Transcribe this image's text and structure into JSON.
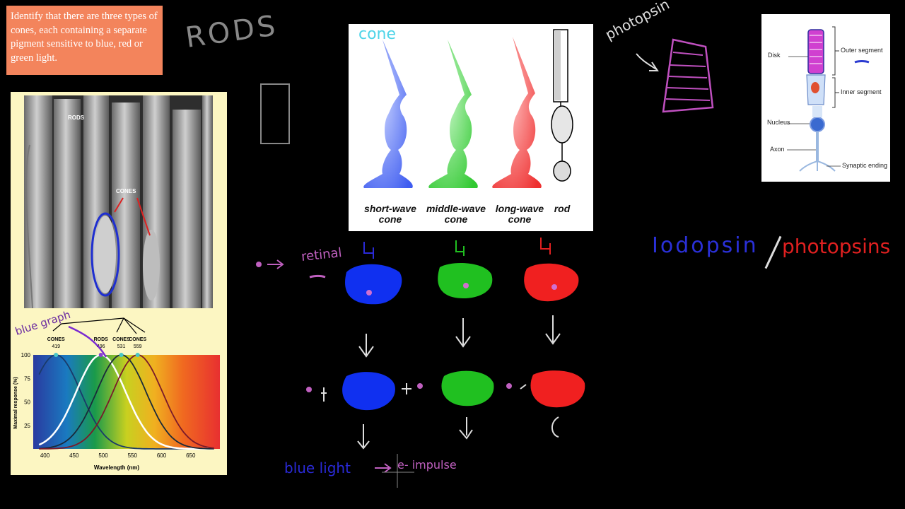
{
  "note_text": "Identify that there are three types of cones, each containing a separate pigment sensitive to blue, red or green light.",
  "handwriting": {
    "rods": "RODS",
    "cone": "cone",
    "photopsin": "photopsin",
    "retinal": "retinal",
    "iodopsin": "Iodopsin",
    "photopsins": "photopsins",
    "blue_light": "blue light",
    "impulse": "e- impulse",
    "blue_graph": "blue graph"
  },
  "sem_image": {
    "label_rods": "RODS",
    "label_cones": "CONES"
  },
  "cone_diagram": {
    "captions": [
      {
        "line1": "short-wave",
        "line2": "cone"
      },
      {
        "line1": "middle-wave",
        "line2": "cone"
      },
      {
        "line1": "long-wave",
        "line2": "cone"
      },
      {
        "line1": "rod",
        "line2": ""
      }
    ],
    "colors": {
      "short": "#4f6df5",
      "middle": "#3fd63f",
      "long": "#f04040"
    }
  },
  "neuron_diagram": {
    "labels": {
      "disk": "Disk",
      "outer_segment": "Outer segment",
      "inner_segment": "Inner segment",
      "nucleus": "Nucleus",
      "axon": "Axon",
      "synaptic_ending": "Synaptic ending"
    }
  },
  "chart_data": {
    "type": "line",
    "xlabel": "Wavelength (nm)",
    "ylabel": "Maximal response (%)",
    "xlim": [
      380,
      700
    ],
    "ylim": [
      0,
      100
    ],
    "x_ticks": [
      "400",
      "450",
      "500",
      "550",
      "600",
      "650"
    ],
    "y_ticks": [
      "25",
      "50",
      "75",
      "100"
    ],
    "peak_labels": [
      {
        "name": "CONES",
        "value": "419"
      },
      {
        "name": "RODS",
        "value": "496"
      },
      {
        "name": "CONES",
        "value": "531"
      },
      {
        "name": "CONES",
        "value": "559"
      }
    ],
    "series": [
      {
        "peak": 419,
        "color": "#1a3a6a"
      },
      {
        "peak": 496,
        "color": "#ffffff"
      },
      {
        "peak": 531,
        "color": "#1a2a3a"
      },
      {
        "peak": 559,
        "color": "#7a1a2a"
      }
    ]
  }
}
